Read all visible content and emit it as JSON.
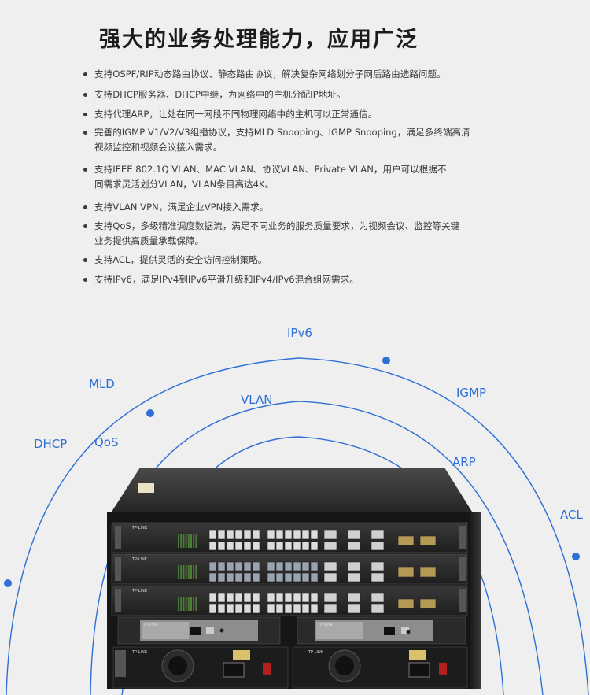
{
  "title": "强大的业务处理能力，应用广泛",
  "features": [
    "支持OSPF/RIP动态路由协议、静态路由协议，解决复杂网络划分子网后路由选路问题。",
    "支持DHCP服务器、DHCP中继，为网络中的主机分配IP地址。",
    "支持代理ARP，让处在同一网段不同物理网络中的主机可以正常通信。",
    "完善的IGMP V1/V2/V3组播协议，支持MLD Snooping、IGMP Snooping，满足多终端高清视频监控和视频会议接入需求。",
    "支持IEEE 802.1Q VLAN、MAC VLAN、协议VLAN、Private VLAN，用户可以根据不同需求灵活划分VLAN，VLAN条目高达4K。",
    "支持VLAN VPN，满足企业VPN接入需求。",
    "支持QoS，多级精准调度数据流，满足不同业务的服务质量要求，为视频会议、监控等关键业务提供高质量承载保障。",
    "支持ACL，提供灵活的安全访问控制策略。",
    "支持IPv6，满足IPv4到IPv6平滑升级和IPv4/IPv6混合组网需求。"
  ],
  "diagram": {
    "labels": {
      "ipv6": "IPv6",
      "mld": "MLD",
      "igmp": "IGMP",
      "dhcp": "DHCP",
      "qos": "QoS",
      "vlan": "VLAN",
      "arp": "ARP",
      "acl": "ACL"
    },
    "accent_color": "#2f6fd6"
  },
  "device": {
    "brand": "TP-LINK"
  }
}
